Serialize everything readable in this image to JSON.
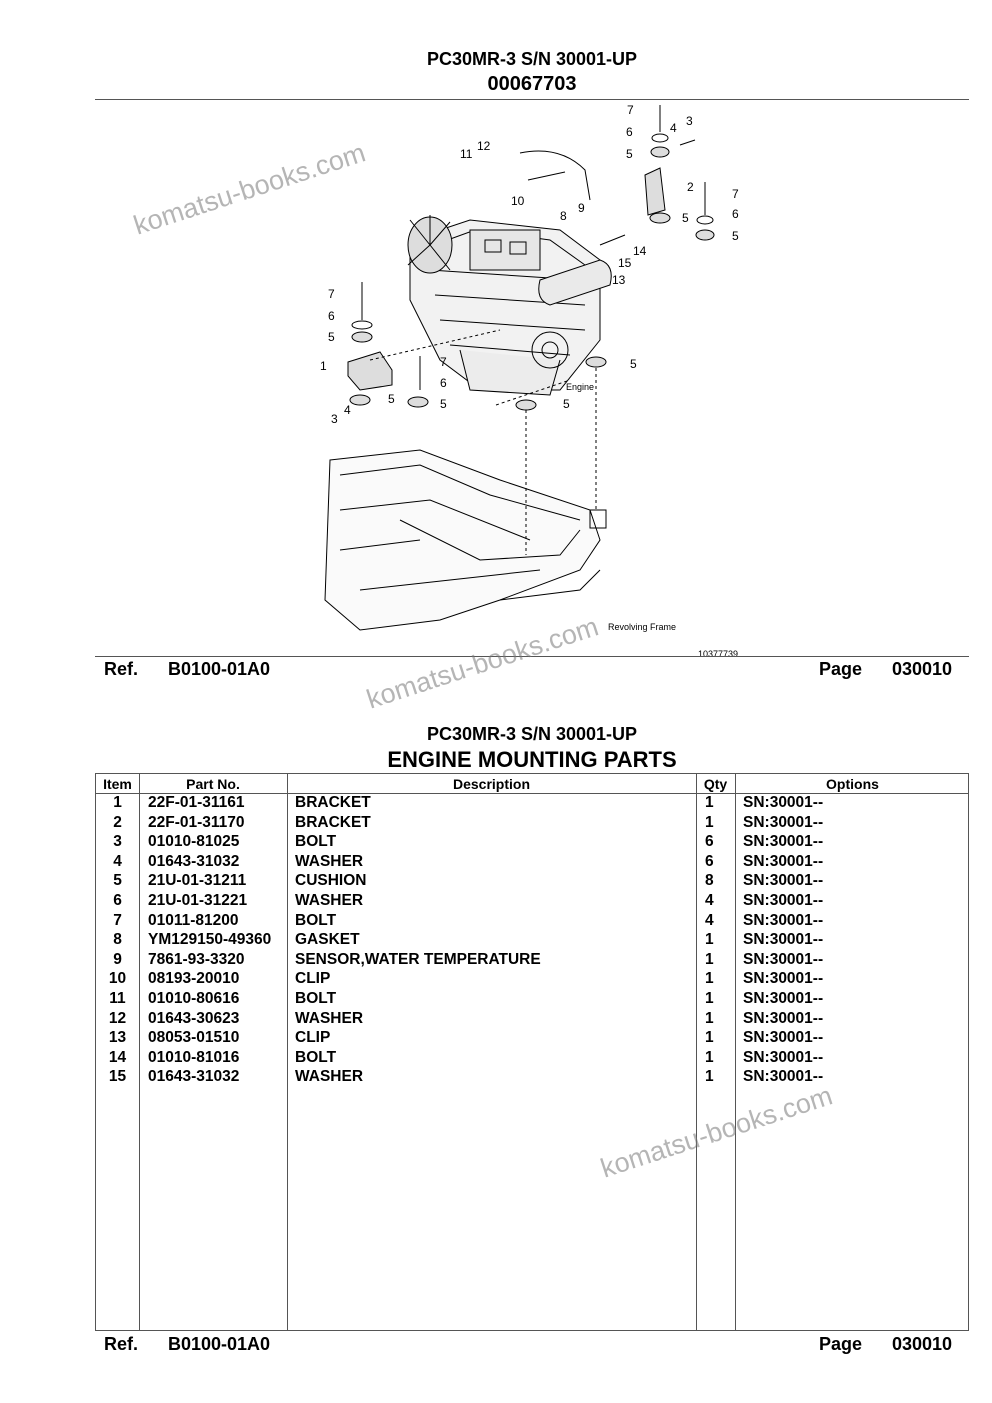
{
  "diagram": {
    "model": "PC30MR-3 S/N 30001-UP",
    "figure_no": "00067703",
    "callouts": [
      "7",
      "6",
      "5",
      "4",
      "3",
      "2",
      "7",
      "6",
      "5",
      "12",
      "11",
      "10",
      "8",
      "9",
      "14",
      "15",
      "13",
      "7",
      "6",
      "5",
      "1",
      "4",
      "3",
      "5",
      "7",
      "6",
      "5",
      "5",
      "5",
      "5"
    ],
    "figure_code": "10377739",
    "sub_label_1": "Engine",
    "sub_label_2": "Revolving Frame"
  },
  "ref_top": {
    "ref_label": "Ref.",
    "ref_value": "B0100-01A0",
    "page_label": "Page",
    "page_value": "030010"
  },
  "parts": {
    "model": "PC30MR-3 S/N 30001-UP",
    "title": "ENGINE MOUNTING PARTS",
    "headers": {
      "item": "Item",
      "part_no": "Part No.",
      "description": "Description",
      "qty": "Qty",
      "options": "Options"
    },
    "rows": [
      {
        "item": "1",
        "part_no": "22F-01-31161",
        "description": "BRACKET",
        "qty": "1",
        "options": "SN:30001--"
      },
      {
        "item": "2",
        "part_no": "22F-01-31170",
        "description": "BRACKET",
        "qty": "1",
        "options": "SN:30001--"
      },
      {
        "item": "3",
        "part_no": "01010-81025",
        "description": "BOLT",
        "qty": "6",
        "options": "SN:30001--"
      },
      {
        "item": "4",
        "part_no": "01643-31032",
        "description": "WASHER",
        "qty": "6",
        "options": "SN:30001--"
      },
      {
        "item": "5",
        "part_no": "21U-01-31211",
        "description": "CUSHION",
        "qty": "8",
        "options": "SN:30001--"
      },
      {
        "item": "6",
        "part_no": "21U-01-31221",
        "description": "WASHER",
        "qty": "4",
        "options": "SN:30001--"
      },
      {
        "item": "7",
        "part_no": "01011-81200",
        "description": "BOLT",
        "qty": "4",
        "options": "SN:30001--"
      },
      {
        "item": "8",
        "part_no": "YM129150-49360",
        "description": "GASKET",
        "qty": "1",
        "options": "SN:30001--"
      },
      {
        "item": "9",
        "part_no": "7861-93-3320",
        "description": "SENSOR,WATER TEMPERATURE",
        "qty": "1",
        "options": "SN:30001--"
      },
      {
        "item": "10",
        "part_no": "08193-20010",
        "description": "CLIP",
        "qty": "1",
        "options": "SN:30001--"
      },
      {
        "item": "11",
        "part_no": "01010-80616",
        "description": "BOLT",
        "qty": "1",
        "options": "SN:30001--"
      },
      {
        "item": "12",
        "part_no": "01643-30623",
        "description": "WASHER",
        "qty": "1",
        "options": "SN:30001--"
      },
      {
        "item": "13",
        "part_no": "08053-01510",
        "description": "CLIP",
        "qty": "1",
        "options": "SN:30001--"
      },
      {
        "item": "14",
        "part_no": "01010-81016",
        "description": "BOLT",
        "qty": "1",
        "options": "SN:30001--"
      },
      {
        "item": "15",
        "part_no": "01643-31032",
        "description": "WASHER",
        "qty": "1",
        "options": "SN:30001--"
      }
    ]
  },
  "ref_bottom": {
    "ref_label": "Ref.",
    "ref_value": "B0100-01A0",
    "page_label": "Page",
    "page_value": "030010"
  },
  "watermark": "komatsu-books.com"
}
